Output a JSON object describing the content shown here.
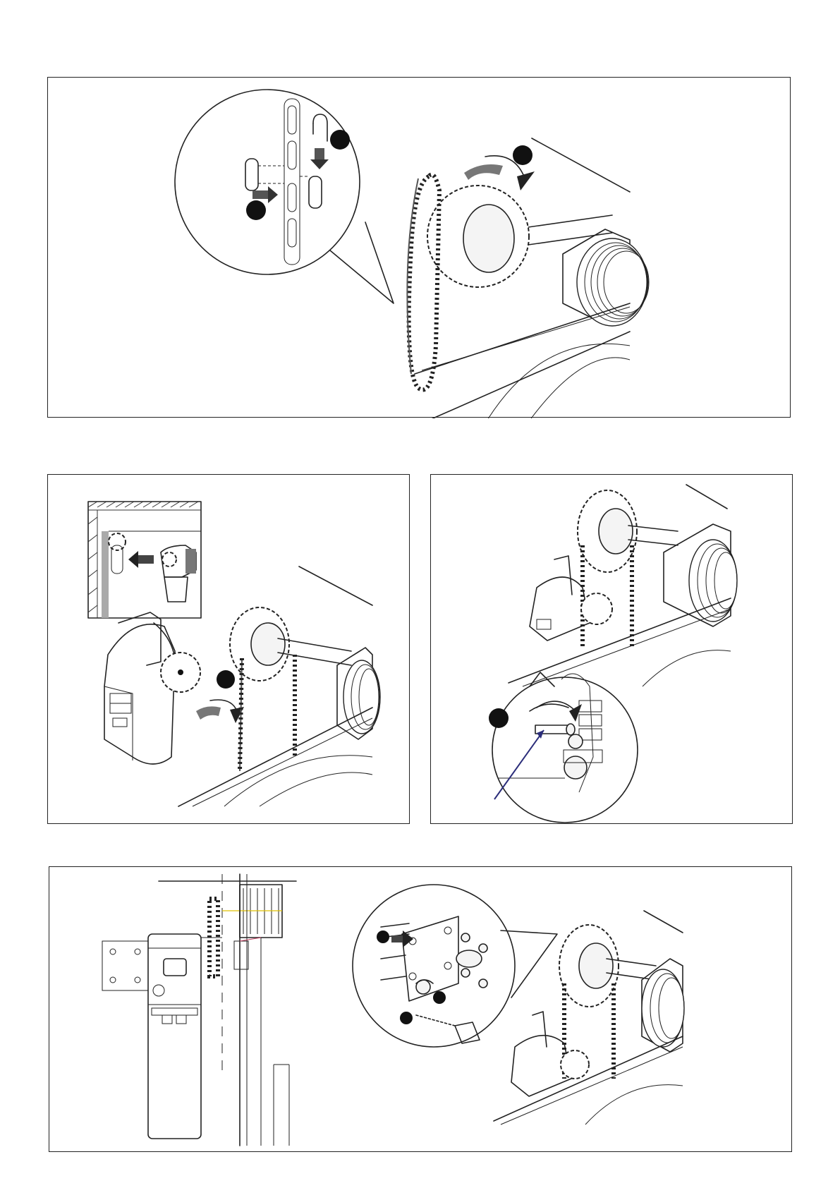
{
  "document": {
    "type": "installation diagram",
    "panels": [
      {
        "id": "chain-assembly",
        "callouts": 2
      },
      {
        "id": "motor-mounting",
        "callouts": 1
      },
      {
        "id": "release-adjustment",
        "callouts": 1
      },
      {
        "id": "wall-fixing",
        "callouts": 3
      }
    ]
  },
  "colors": {
    "line": "#222222",
    "callout": "#111111",
    "pointer_arrow": "#2b2d7a",
    "dimension_line": "#e0c000"
  }
}
